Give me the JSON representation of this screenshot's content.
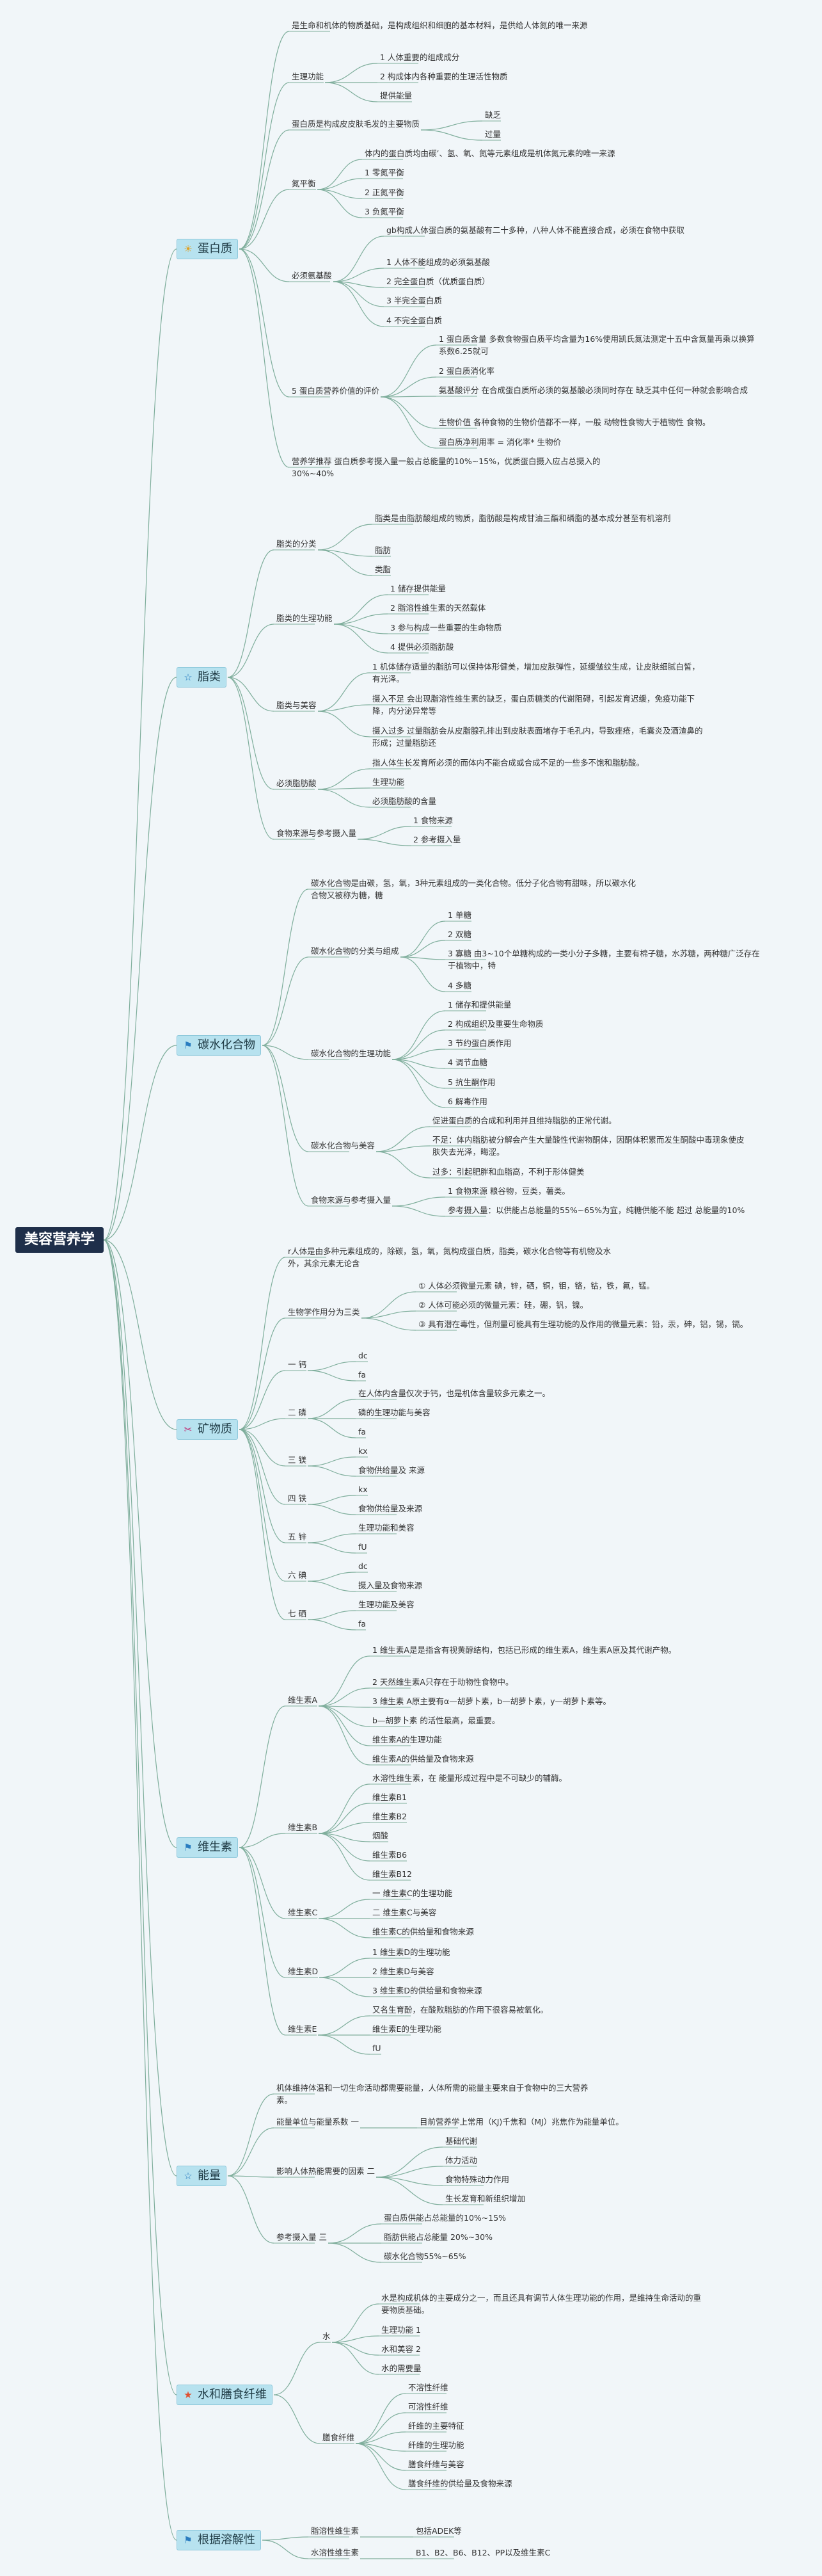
{
  "root": "美容营养学",
  "sections": {
    "protein": {
      "label": "蛋白质",
      "icon": "sun-icon"
    },
    "fat": {
      "label": "脂类",
      "icon": "star-icon"
    },
    "carb": {
      "label": "碳水化合物",
      "icon": "flag-icon"
    },
    "mineral": {
      "label": "矿物质",
      "icon": "tools-icon"
    },
    "vitamin": {
      "label": "维生素",
      "icon": "flag-icon"
    },
    "energy": {
      "label": "能量",
      "icon": "star-icon"
    },
    "water": {
      "label": "水和膳食纤维",
      "icon": "red-star-icon"
    },
    "soluble": {
      "label": "根据溶解性",
      "icon": "flag-icon"
    }
  },
  "nodes": {
    "p1": "是生命和机体的物质基础，是构成组织和细胞的基本材料，是供给人体氮的唯一来源",
    "p2": "生理功能",
    "p2a": "1 人体重要的组成成分",
    "p2b": "2 构成体内各种重要的生理活性物质",
    "p2c": "提供能量",
    "p3": "蛋白质是构成皮皮肤毛发的主要物质",
    "p3a": "缺乏",
    "p3b": "过量",
    "p4": "氮平衡",
    "p4a": "体内的蛋白质均由碳’、氢、氧、氮等元素组成是机体氮元素的唯一来源",
    "p4b": "1 零氮平衡",
    "p4c": "2 正氮平衡",
    "p4d": "3 负氮平衡",
    "p5": "必须氨基酸",
    "p5a": "gb构成人体蛋白质的氨基酸有二十多种，八种人体不能直接合成，必须在食物中获取",
    "p5b": "1 人体不能组成的必须氨基酸",
    "p5c": "2 完全蛋白质（优质蛋白质）",
    "p5d": "3 半完全蛋白质",
    "p5e": "4 不完全蛋白质",
    "p6": "5 蛋白质营养价值的评价",
    "p6a": "1 蛋白质含量 多数食物蛋白质平均含量为16%使用凯氏氮法测定十五中含氮量再乘以换算系数6.25就可",
    "p6b": "2 蛋白质消化率",
    "p6c": "氨基酸评分 在合成蛋白质所必须的氨基酸必须同时存在 缺乏其中任何一种就会影响合成",
    "p6d": "生物价值 各种食物的生物价值都不一样，一般 动物性食物大于植物性 食物。",
    "p6e": "蛋白质净利用率 = 消化率* 生物价",
    "p7": "营养学推荐 蛋白质参考摄入量一般占总能量的10%~15%，优质蛋白摄入应占总摄入的30%~40%",
    "f1": "脂类的分类",
    "f1a": "脂类是由脂肪酸组成的物质，脂肪酸是构成甘油三酯和磷脂的基本成分甚至有机溶剂",
    "f1b": "脂肪",
    "f1c": "类脂",
    "f2": "脂类的生理功能",
    "f2a": "1 储存提供能量",
    "f2b": "2 脂溶性维生素的天然载体",
    "f2c": "3 参与构成一些重要的生命物质",
    "f2d": "4 提供必须脂肪酸",
    "f3": "脂类与美容",
    "f3a": "1 机体储存适量的脂肪可以保持体形健美，增加皮肤弹性，延缓皱纹生成，让皮肤细腻白皙，有光泽。",
    "f3b": "摄入不足 会出现脂溶性维生素的缺乏，蛋白质糖类的代谢阻碍，引起发育迟缓，免疫功能下降，内分泌异常等",
    "f3c": "摄入过多 过量脂肪会从皮脂腺孔排出到皮肤表面堵存于毛孔内，导致痤疮，毛囊炎及酒渣鼻的形成；过量脂肪还",
    "f4": "必须脂肪酸",
    "f4a": "指人体生长发育所必须的而体内不能合成或合成不足的一些多不饱和脂肪酸。",
    "f4b": "生理功能",
    "f4c": "必须脂肪酸的含量",
    "f5": "食物来源与参考摄入量",
    "f5a": "1 食物来源",
    "f5b": "2 参考摄入量",
    "c1": "碳水化合物是由碳，氢，氧，3种元素组成的一类化合物。低分子化合物有甜味，所以碳水化合物又被称为糖，糖",
    "c2": "碳水化合物的分类与组成",
    "c2a": "1 单糖",
    "c2b": "2 双糖",
    "c2c": "3 寡糖 由3~10个单糖构成的一类小分子多糖，主要有棉子糖，水苏糖，两种糖广泛存在于植物中，特",
    "c2d": "4 多糖",
    "c3": "碳水化合物的生理功能",
    "c3a": "1 储存和提供能量",
    "c3b": "2 构成组织及重要生命物质",
    "c3c": "3 节约蛋白质作用",
    "c3d": "4 调节血糖",
    "c3e": "5 抗生酮作用",
    "c3f": "6 解毒作用",
    "c4": "碳水化合物与美容",
    "c4a": "促进蛋白质的合成和利用并且维持脂肪的正常代谢。",
    "c4b": "不足：体内脂肪被分解会产生大量酸性代谢物酮体，因酮体积累而发生酮酸中毒现象使皮肤失去光泽，晦涩。",
    "c4c": "过多：引起肥胖和血脂高，不利于形体健美",
    "c5": "食物来源与参考摄入量",
    "c5a": "1 食物来源 粮谷物，豆类，薯类。",
    "c5b": "参考摄入量：以供能占总能量的55%~65%为宜，纯糖供能不能 超过 总能量的10%",
    "m1": "r人体是由多种元素组成的，除碳，氢，氧，氮构成蛋白质，脂类，碳水化合物等有机物及水外，其余元素无论含",
    "m2": "生物学作用分为三类",
    "m2a": "① 人体必须微量元素 碘，锌，硒，铜，钼，铬，钴，铁，氟，锰。",
    "m2b": "② 人体可能必须的微量元素：硅，硼，钒，镍。",
    "m2c": "③ 具有潜在毒性，但剂量可能具有生理功能的及作用的微量元素：铅，汞，砷，铝，锡，镉。",
    "m3": "一 钙",
    "m3a": "dc",
    "m3b": "fa",
    "m4": "二 磷",
    "m4a": "在人体内含量仅次于钙，也是机体含量较多元素之一。",
    "m4b": "磷的生理功能与美容",
    "m4c": "fa",
    "m5": "三 镁",
    "m5a": "kx",
    "m5b": "食物供给量及 来源",
    "m6": "四 铁",
    "m6a": "kx",
    "m6b": "食物供给量及来源",
    "m7": "五 锌",
    "m7a": "生理功能和美容",
    "m7b": "fU",
    "m8": "六 碘",
    "m8a": "dc",
    "m8b": "摄入量及食物来源",
    "m9": "七 硒",
    "m9a": "生理功能及美容",
    "m9b": "fa",
    "v1": "维生素A",
    "v1a": "1 维生素A是是指含有视黄醇结构，包括已形成的维生素A，维生素A原及其代谢产物。",
    "v1b": "2 天然维生素A只存在于动物性食物中。",
    "v1c": "3 维生素 A原主要有α—胡萝卜素，b—胡萝卜素，y—胡萝卜素等。",
    "v1d": "b—胡萝卜素 的活性最高，最重要。",
    "v1e": "维生素A的生理功能",
    "v1f": "维生素A的供给量及食物来源",
    "v2": "维生素B",
    "v2a": "水溶性维生素，在 能量形成过程中是不可缺少的辅酶。",
    "v2b": "维生素B1",
    "v2c": "维生素B2",
    "v2d": "烟酸",
    "v2e": "维生素B6",
    "v2f": "维生素B12",
    "v3": "维生素C",
    "v3a": "一 维生素C的生理功能",
    "v3b": "二 维生素C与美容",
    "v3c": "维生素C的供给量和食物来源",
    "v4": "维生素D",
    "v4a": "1 维生素D的生理功能",
    "v4b": "2 维生素D与美容",
    "v4c": "3 维生素D的供给量和食物来源",
    "v5": "维生素E",
    "v5a": "又名生育酚，在酸败脂肪的作用下很容易被氧化。",
    "v5b": "维生素E的生理功能",
    "v5c": "fU",
    "e1": "机体维持体温和一切生命活动都需要能量，人体所需的能量主要来自于食物中的三大营养素。",
    "e2": "能量单位与能量系数 一",
    "e2a": "目前营养学上常用（KJ)千焦和（MJ）兆焦作为能量单位。",
    "e3": "影响人体热能需要的因素 二",
    "e3a": "基础代谢",
    "e3b": "体力活动",
    "e3c": "食物特殊动力作用",
    "e3d": "生长发育和新组织增加",
    "e4": "参考摄入量 三",
    "e4a": "蛋白质供能占总能量的10%~15%",
    "e4b": "脂肪供能占总能量 20%~30%",
    "e4c": "碳水化合物55%~65%",
    "w1": "水",
    "w1a": "水是构成机体的主要成分之一，而且还具有调节人体生理功能的作用，是维持生命活动的重要物质基础。",
    "w1b": "生理功能 1",
    "w1c": "水和美容 2",
    "w1d": "水的需要量",
    "w2": "膳食纤维",
    "w2a": "不溶性纤维",
    "w2b": "可溶性纤维",
    "w2c": "纤维的主要特征",
    "w2d": "纤维的生理功能",
    "w2e": "膳食纤维与美容",
    "w2f": "膳食纤维的供给量及食物来源",
    "s1": "脂溶性维生素",
    "s1a": "包括ADEK等",
    "s2": "水溶性维生素",
    "s2a": "B1、B2、B6、B12、PP以及维生素C"
  },
  "icons": {
    "sun": "☀",
    "star": "☆",
    "flag": "⚑",
    "tools": "✂",
    "red_star": "★"
  },
  "colors": {
    "branch": "#7fae9c",
    "section_bg": "#b7e2ef",
    "root_bg": "#1f2f4a"
  }
}
